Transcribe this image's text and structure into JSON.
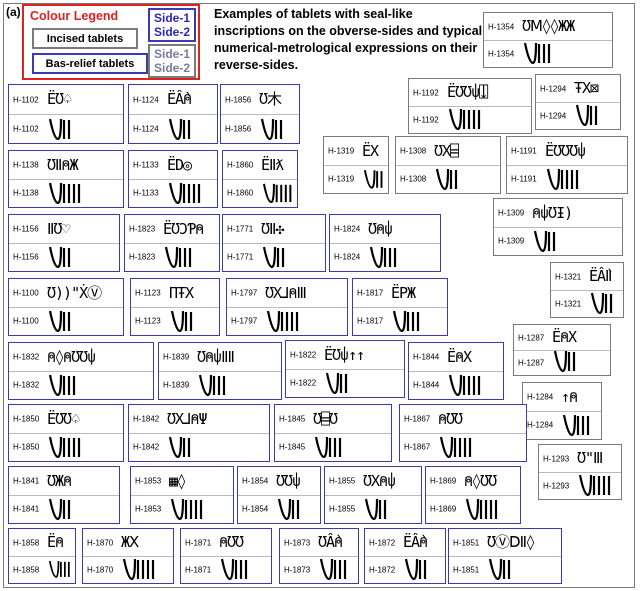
{
  "panel_label": "(a)",
  "legend": {
    "title": "Colour Legend",
    "incised_label": "Incised tablets",
    "basrelief_label": "Bas-relief tablets",
    "side1": "Side-1",
    "side2": "Side-2",
    "incised_border": "#7b7b7b",
    "basrelief_border": "#3b3bb0",
    "legend_border": "#d22222"
  },
  "caption": "Examples of tablets with seal-like inscriptions on the obverse-sides and typical numerical-metrological expressions on their reverse-sides.",
  "tablets": [
    {
      "id": "H-1102",
      "type": "bas-relief",
      "sign": "ЁƱ♤",
      "strokes": 2
    },
    {
      "id": "H-1124",
      "type": "bas-relief",
      "sign": "ЁẦ⍝",
      "strokes": 2
    },
    {
      "id": "H-1856",
      "type": "bas-relief",
      "sign": "Ʊ⽊",
      "strokes": 2
    },
    {
      "id": "H-1192",
      "type": "incised",
      "sign": "ЁƱƱ⍦⍗",
      "strokes": 4
    },
    {
      "id": "H-1294",
      "type": "incised",
      "sign": "ŦX⊠",
      "strokes": 2
    },
    {
      "id": "H-1354",
      "type": "incised",
      "sign": "ƱⅯ◊◊ЖЖ",
      "strokes": 3
    },
    {
      "id": "H-1138",
      "type": "bas-relief",
      "sign": "ƱⅡ⍝Ж",
      "strokes": 4
    },
    {
      "id": "H-1133",
      "type": "bas-relief",
      "sign": "ЁD◎",
      "strokes": 4
    },
    {
      "id": "H-1860",
      "type": "bas-relief",
      "sign": "ЁⅡƛ",
      "strokes": 4
    },
    {
      "id": "H-1319",
      "type": "incised",
      "sign": "ЁX",
      "strokes": 2
    },
    {
      "id": "H-1308",
      "type": "incised",
      "sign": "ƱX⌸",
      "strokes": 2
    },
    {
      "id": "H-1191",
      "type": "incised",
      "sign": "ЁƱƱƱ⍦",
      "strokes": 4
    },
    {
      "id": "H-1156",
      "type": "bas-relief",
      "sign": "ⅡƱ♡",
      "strokes": 2
    },
    {
      "id": "H-1823",
      "type": "bas-relief",
      "sign": "ЁƱƆƤ⍝",
      "strokes": 3
    },
    {
      "id": "H-1771",
      "type": "bas-relief",
      "sign": "ƱⅡ✣",
      "strokes": 2
    },
    {
      "id": "H-1824",
      "type": "bas-relief",
      "sign": "Ʊ⍝⍦",
      "strokes": 3
    },
    {
      "id": "H-1309",
      "type": "incised",
      "sign": "⍝⍦ƱƗ)",
      "strokes": 2
    },
    {
      "id": "H-1321",
      "type": "incised",
      "sign": "ЁẦⅡ",
      "strokes": 2
    },
    {
      "id": "H-1100",
      "type": "bas-relief",
      "sign": "Ʊ))\"ẊⓋ",
      "strokes": 2
    },
    {
      "id": "H-1123",
      "type": "bas-relief",
      "sign": "ΠŦX",
      "strokes": 2
    },
    {
      "id": "H-1797",
      "type": "bas-relief",
      "sign": "ƱX⅃⍝Ⅲ",
      "strokes": 4
    },
    {
      "id": "H-1817",
      "type": "bas-relief",
      "sign": "ЁPЖ",
      "strokes": 3
    },
    {
      "id": "H-1287",
      "type": "incised",
      "sign": "Ё⍝X",
      "strokes": 2
    },
    {
      "id": "H-1832",
      "type": "bas-relief",
      "sign": "⍝◊⍝ƱƱ⍦",
      "strokes": 3
    },
    {
      "id": "H-1839",
      "type": "bas-relief",
      "sign": "Ʊ⍝⍦ⅡⅡ",
      "strokes": 3
    },
    {
      "id": "H-1822",
      "type": "bas-relief",
      "sign": "ЁƱ⍦↑↑",
      "strokes": 2
    },
    {
      "id": "H-1844",
      "type": "bas-relief",
      "sign": "Ё⍝X",
      "strokes": 4
    },
    {
      "id": "H-1284",
      "type": "incised",
      "sign": "↑⍝",
      "strokes": 3
    },
    {
      "id": "H-1850",
      "type": "bas-relief",
      "sign": "ЁƱƱ♤",
      "strokes": 4
    },
    {
      "id": "H-1842",
      "type": "bas-relief",
      "sign": "ƱX⅃⍝Ψ",
      "strokes": 2
    },
    {
      "id": "H-1845",
      "type": "bas-relief",
      "sign": "Ʊ⌸Ʊ",
      "strokes": 3
    },
    {
      "id": "H-1867",
      "type": "bas-relief",
      "sign": "⍝ƱƱ",
      "strokes": 4
    },
    {
      "id": "H-1293",
      "type": "incised",
      "sign": "Ʊ\"Ⅲ",
      "strokes": 4
    },
    {
      "id": "H-1841",
      "type": "bas-relief",
      "sign": "ƱЖ⍝",
      "strokes": 2
    },
    {
      "id": "H-1853",
      "type": "bas-relief",
      "sign": "▦◊",
      "strokes": 4
    },
    {
      "id": "H-1854",
      "type": "bas-relief",
      "sign": "ƱƱ⍦",
      "strokes": 2
    },
    {
      "id": "H-1855",
      "type": "bas-relief",
      "sign": "ƱX⍝⍦",
      "strokes": 2
    },
    {
      "id": "H-1869",
      "type": "bas-relief",
      "sign": "⍝◊ƱƱ",
      "strokes": 4
    },
    {
      "id": "H-1858",
      "type": "bas-relief",
      "sign": "Ё⍝",
      "strokes": 3
    },
    {
      "id": "H-1870",
      "type": "bas-relief",
      "sign": "ЖⅩ",
      "strokes": 4
    },
    {
      "id": "H-1871",
      "type": "bas-relief",
      "sign": "⍝ƱƱ",
      "strokes": 3
    },
    {
      "id": "H-1873",
      "type": "bas-relief",
      "sign": "ƱẦ⍝",
      "strokes": 3
    },
    {
      "id": "H-1872",
      "type": "bas-relief",
      "sign": "ЁẦ⍝",
      "strokes": 2
    },
    {
      "id": "H-1851",
      "type": "bas-relief",
      "sign": "ƱⓋⅮⅡ◊",
      "strokes": 2
    }
  ]
}
